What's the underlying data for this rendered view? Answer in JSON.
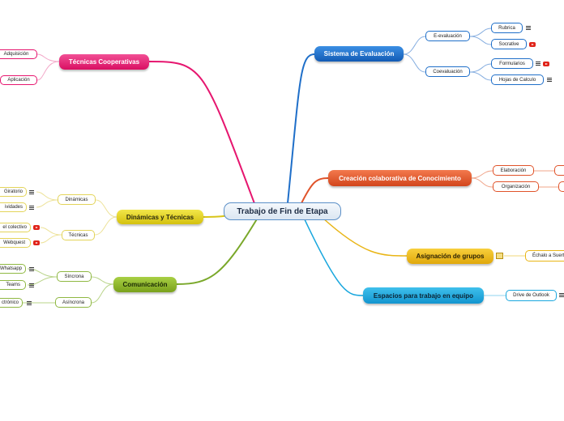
{
  "central": {
    "label": "Trabajo de Fin de Etapa"
  },
  "branches": {
    "tecnicas_cooperativas": {
      "label": "Técnicas Cooperativas",
      "color": "#e6166f",
      "children": [
        "Adquisición",
        "Aplicación"
      ]
    },
    "dinamicas_tecnicas": {
      "label": "Dinámicas y Técnicas",
      "color": "#d8c51a",
      "dinamicas": {
        "label": "Dinámicas",
        "children": [
          "Giratorio",
          "ividades"
        ]
      },
      "tecnicas": {
        "label": "Técnicas",
        "children": [
          "el colectivo",
          "Webquest"
        ]
      }
    },
    "comunicacion": {
      "label": "Comunicación",
      "color": "#7aa82a",
      "sincrona": {
        "label": "Síncrona",
        "children": [
          "Whatsapp",
          "Teams"
        ]
      },
      "asincrona": {
        "label": "Asíncrona",
        "children": [
          "ctrónico"
        ]
      }
    },
    "sistema_evaluacion": {
      "label": "Sistema de Evaluación",
      "color": "#1f6fc9",
      "e_evaluacion": {
        "label": "E-evaluación",
        "children": [
          "Rubrica",
          "Socrative"
        ]
      },
      "coevaluacion": {
        "label": "Coevaluación",
        "children": [
          "Formularios",
          "Hojas de Calculo"
        ]
      }
    },
    "creacion_colaborativa": {
      "label": "Creación colaborativa de Conocimiento",
      "color": "#e0532a",
      "children": [
        "Elaboración",
        "Organización"
      ]
    },
    "asignacion_grupos": {
      "label": "Asignación de grupos",
      "color": "#e9b515",
      "children": [
        "Échalo a Suert"
      ]
    },
    "espacios_trabajo": {
      "label": "Espacios para trabajo en equipo",
      "color": "#1aa7de",
      "children": [
        "Drive de Outlook"
      ]
    }
  }
}
